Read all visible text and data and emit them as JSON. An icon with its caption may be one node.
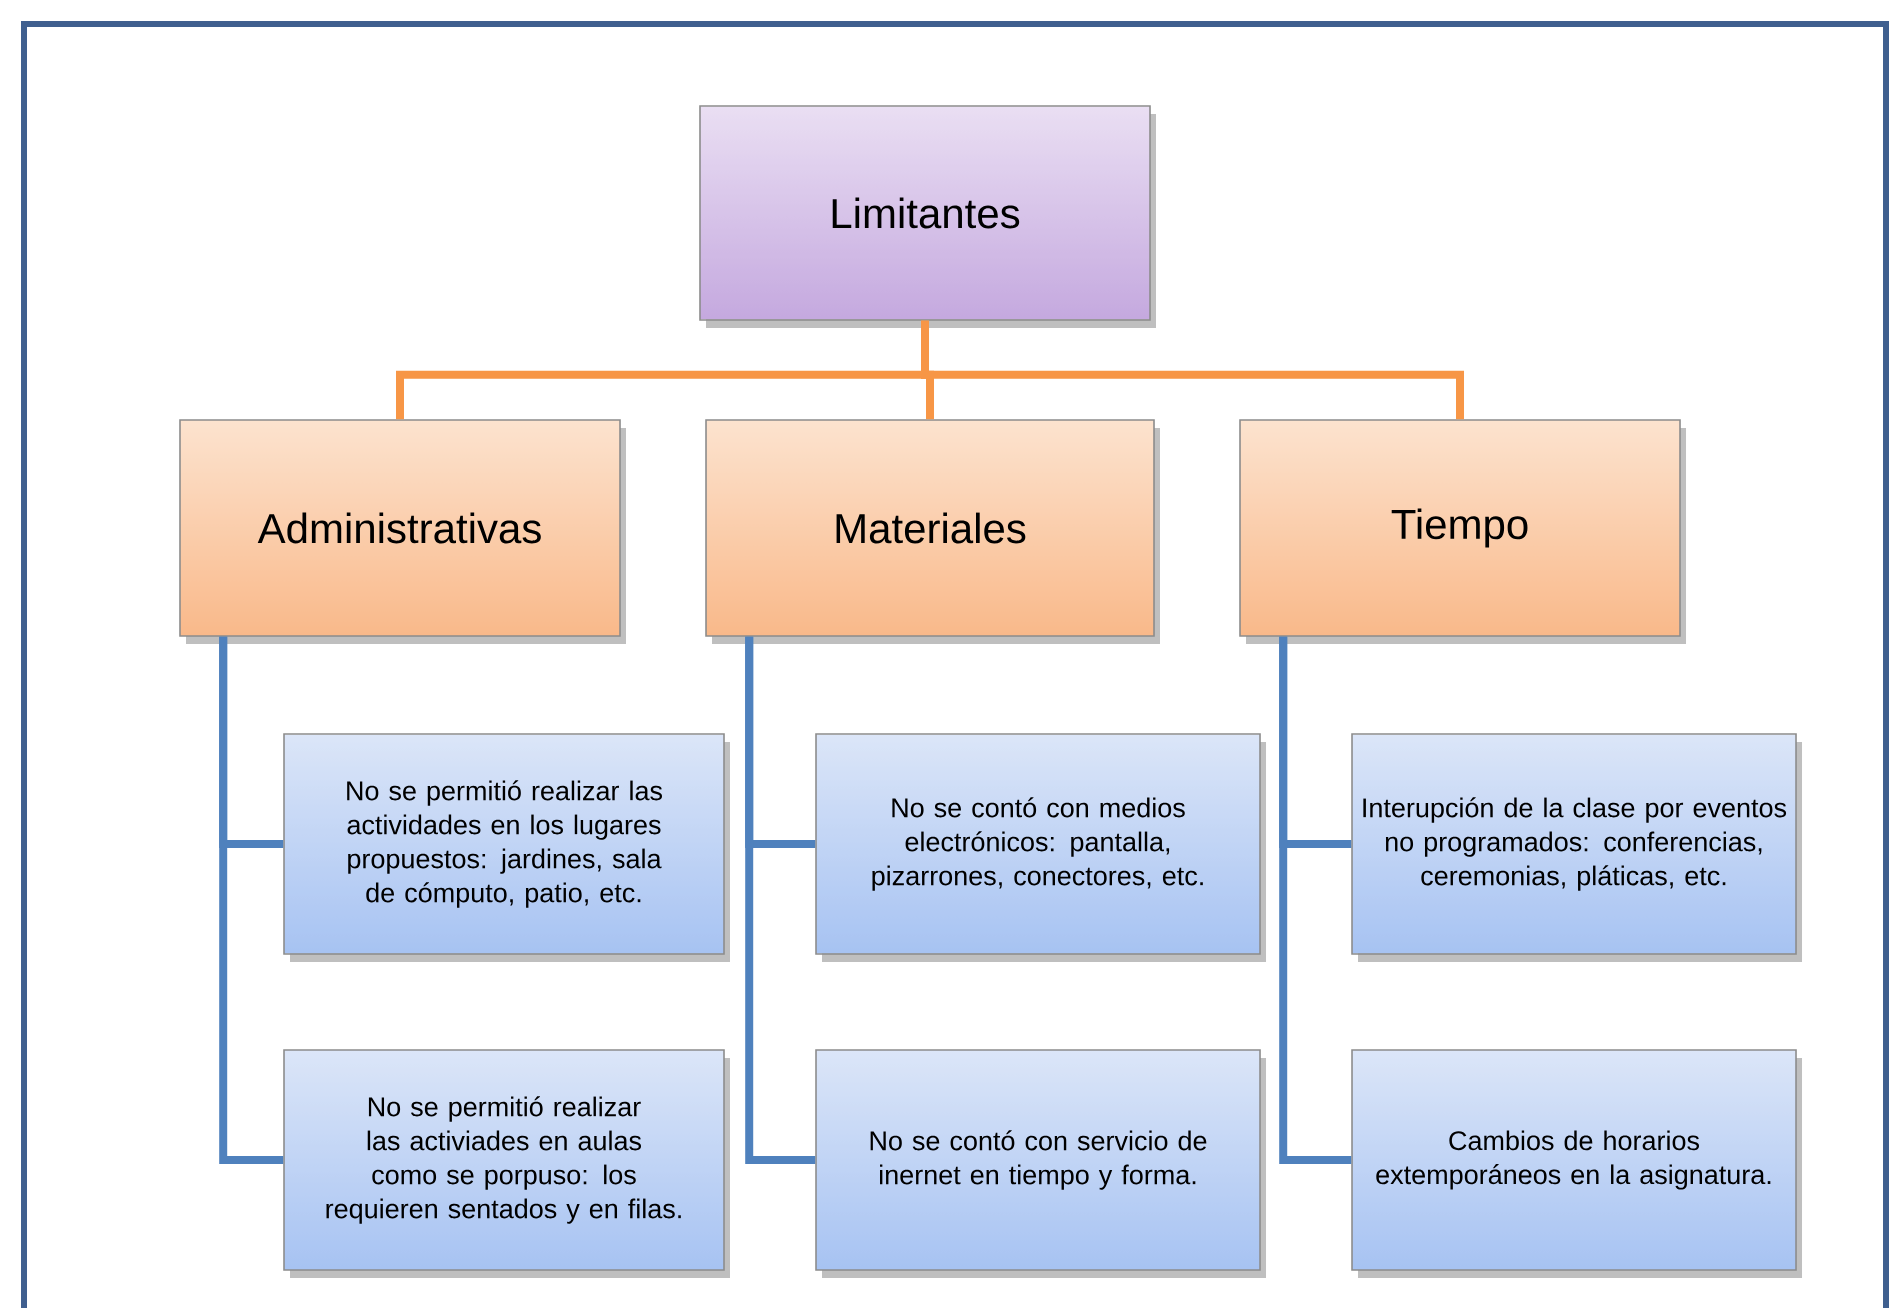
{
  "diagram": {
    "nodes": [
      {
        "text": [
          "Limitantes"
        ]
      },
      {
        "text": [
          "Administrativas"
        ]
      },
      {
        "text": [
          "Materiales"
        ]
      },
      {
        "text": [
          "Tiempo"
        ]
      },
      {
        "text": [
          "No se permitió realizar las actividades en los lugares propuestos: jardines, sala de cómputo, patio, etc."
        ]
      },
      {
        "text": [
          "No se permitió realizar las activiades en aulas como se porpuso: los requieren sentados y en filas."
        ]
      },
      {
        "text": [
          "No se contó con medios electrónicos: pantalla, pizarrones, conectores, etc."
        ]
      },
      {
        "text": [
          "No se contó con servicio de inernet en tiempo y forma."
        ]
      },
      {
        "text": [
          "Interupción de la clase por eventos no programados: conferencias, ceremonias, pláticas, etc."
        ]
      },
      {
        "text": [
          "Cambios de horarios extemporáneos en la asignatura."
        ]
      }
    ],
    "edges": [
      {
        "from": 0,
        "to": 1,
        "arrow": "none",
        "color": "#f79646"
      },
      {
        "from": 0,
        "to": 2,
        "arrow": "none",
        "color": "#f79646"
      },
      {
        "from": 0,
        "to": 3,
        "arrow": "none",
        "color": "#f79646"
      },
      {
        "from": 1,
        "to": 4,
        "arrow": "none"
      },
      {
        "from": 1,
        "to": 5,
        "arrow": "none"
      },
      {
        "from": 2,
        "to": 6,
        "arrow": "none"
      },
      {
        "from": 2,
        "to": 7,
        "arrow": "none"
      },
      {
        "from": 3,
        "to": 8,
        "arrow": "none"
      },
      {
        "from": 3,
        "to": 9,
        "arrow": "none"
      }
    ]
  }
}
